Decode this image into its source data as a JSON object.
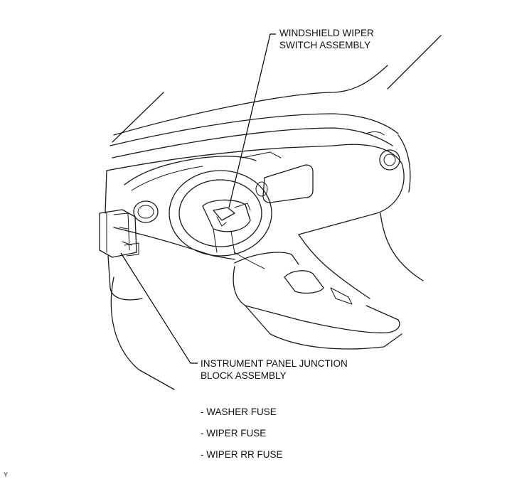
{
  "callouts": {
    "wiper_switch": [
      "WINDSHIELD WIPER",
      "SWITCH ASSEMBLY"
    ],
    "junction_block": [
      "INSTRUMENT PANEL JUNCTION",
      "BLOCK ASSEMBLY"
    ]
  },
  "fuses": [
    "- WASHER FUSE",
    "- WIPER FUSE",
    "- WIPER RR FUSE"
  ],
  "corner_mark": "Y",
  "colors": {
    "ink": "#1a1a1a",
    "background": "#ffffff"
  }
}
